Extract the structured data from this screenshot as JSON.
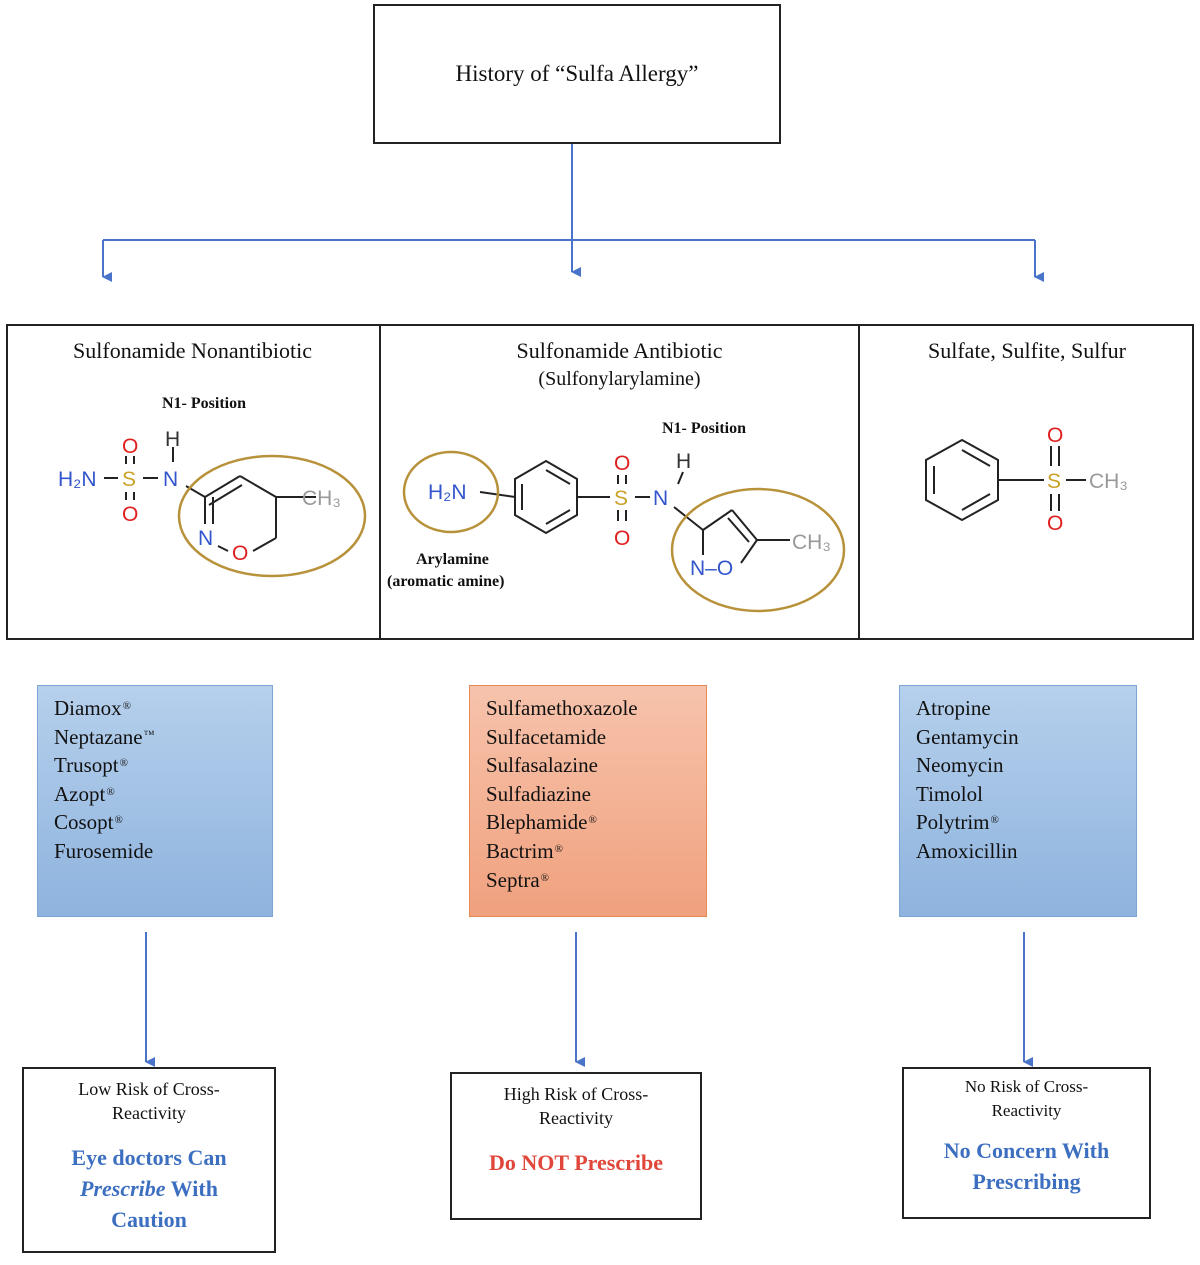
{
  "top": {
    "title": "History of “Sulfa Allergy”"
  },
  "categories": [
    {
      "title": "Sulfonamide Nonantibiotic",
      "subtitle": ""
    },
    {
      "title": "Sulfonamide Antibiotic",
      "subtitle": "(Sulfonylarylamine)"
    },
    {
      "title": "Sulfate, Sulfite, Sulfur",
      "subtitle": ""
    }
  ],
  "chem_labels": {
    "n1_position": "N1- Position",
    "arylamine": "Arylamine",
    "aromatic_amine": "(aromatic amine)"
  },
  "atoms": {
    "h2n": "H₂N",
    "s": "S",
    "o": "O",
    "n": "N",
    "h": "H",
    "ch3": "CH₃",
    "n_o": "N–O"
  },
  "drug_lists": [
    {
      "items": [
        {
          "name": "Diamox",
          "mark": "®"
        },
        {
          "name": "Neptazane",
          "mark": "™"
        },
        {
          "name": "Trusopt",
          "mark": "®"
        },
        {
          "name": "Azopt",
          "mark": "®"
        },
        {
          "name": "Cosopt",
          "mark": "®"
        },
        {
          "name": "Furosemide",
          "mark": ""
        }
      ]
    },
    {
      "items": [
        {
          "name": "Sulfamethoxazole",
          "mark": ""
        },
        {
          "name": "Sulfacetamide",
          "mark": ""
        },
        {
          "name": "Sulfasalazine",
          "mark": ""
        },
        {
          "name": "Sulfadiazine",
          "mark": ""
        },
        {
          "name": "Blephamide",
          "mark": "®"
        },
        {
          "name": "Bactrim",
          "mark": "®"
        },
        {
          "name": "Septra",
          "mark": "®"
        }
      ]
    },
    {
      "items": [
        {
          "name": "Atropine",
          "mark": ""
        },
        {
          "name": "Gentamycin",
          "mark": ""
        },
        {
          "name": "Neomycin",
          "mark": ""
        },
        {
          "name": "Timolol",
          "mark": ""
        },
        {
          "name": "Polytrim",
          "mark": "®"
        },
        {
          "name": "Amoxicillin",
          "mark": ""
        }
      ]
    }
  ],
  "outcomes": [
    {
      "risk_line1": "Low Risk of Cross-",
      "risk_line2": "Reactivity",
      "verdict_part1": "Eye doctors Can",
      "verdict_italic": "Prescribe",
      "verdict_part2": "With",
      "verdict_part3": "Caution"
    },
    {
      "risk_line1": "High Risk of Cross-",
      "risk_line2": "Reactivity",
      "verdict_line1": "Do NOT Prescribe"
    },
    {
      "risk_line1": "No Risk of Cross-",
      "risk_line2": "Reactivity",
      "verdict_line1": "No Concern With",
      "verdict_line2": "Prescribing"
    }
  ],
  "colors": {
    "arrow": "#4a74c9",
    "line": "#222222",
    "sulfur": "#c9a227",
    "oxygen": "#e02020",
    "nitrogen": "#3355cc",
    "methyl": "#999999",
    "ring_highlight": "#b8923a",
    "safe_box": "#a3c2e6",
    "danger_box": "#f3ae8e",
    "verdict_blue": "#3d6fc1",
    "verdict_red": "#e0473a"
  },
  "icons": [
    "arrow-down-icon"
  ]
}
